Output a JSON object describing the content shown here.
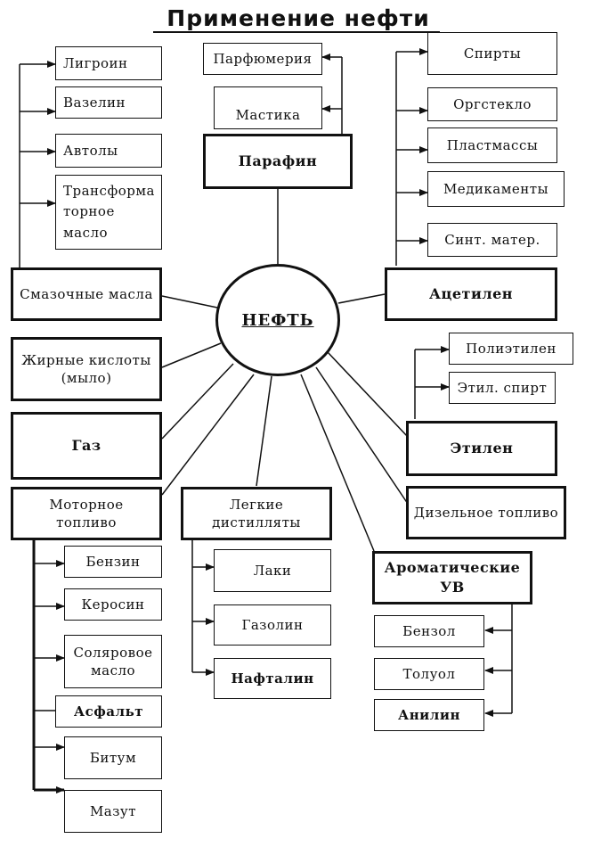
{
  "title": "Применение нефти",
  "center": "НЕФТЬ",
  "nodes": {
    "ligroin": "Лигроин",
    "vazelin": "Вазелин",
    "avtoly": "Автолы",
    "transformer": "Трансформа торное масло",
    "smazochnye": "Смазочные масла",
    "zhirnye": "Жирные кислоты (мыло)",
    "gaz": "Газ",
    "motornoe": "Моторное топливо",
    "benzin": "Бензин",
    "kerosin": "Керосин",
    "solyarovoe": "Соляровое масло",
    "asfalt": "Асфальт",
    "bitum": "Битум",
    "mazut": "Мазут",
    "parfyumeriya": "Парфюмерия",
    "mastika": "Мастика",
    "parafin": "Парафин",
    "legkie": "Легкие дистилляты",
    "laki": "Лаки",
    "gazolin": "Газолин",
    "naftalin": "Нафталин",
    "spirty": "Спирты",
    "orgsteklo": "Оргстекло",
    "plastmassy": "Пластмассы",
    "medikamenty": "Медикаменты",
    "sint": "Синт. матер.",
    "acetilen": "Ацетилен",
    "polietilen": "Полиэтилен",
    "etil_spirt": "Этил. спирт",
    "etilen": "Этилен",
    "dizelnoe": "Дизельное топливо",
    "aromaticheskie": "Ароматические УВ",
    "benzol": "Бензол",
    "toluol": "Толуол",
    "anilin": "Анилин"
  }
}
